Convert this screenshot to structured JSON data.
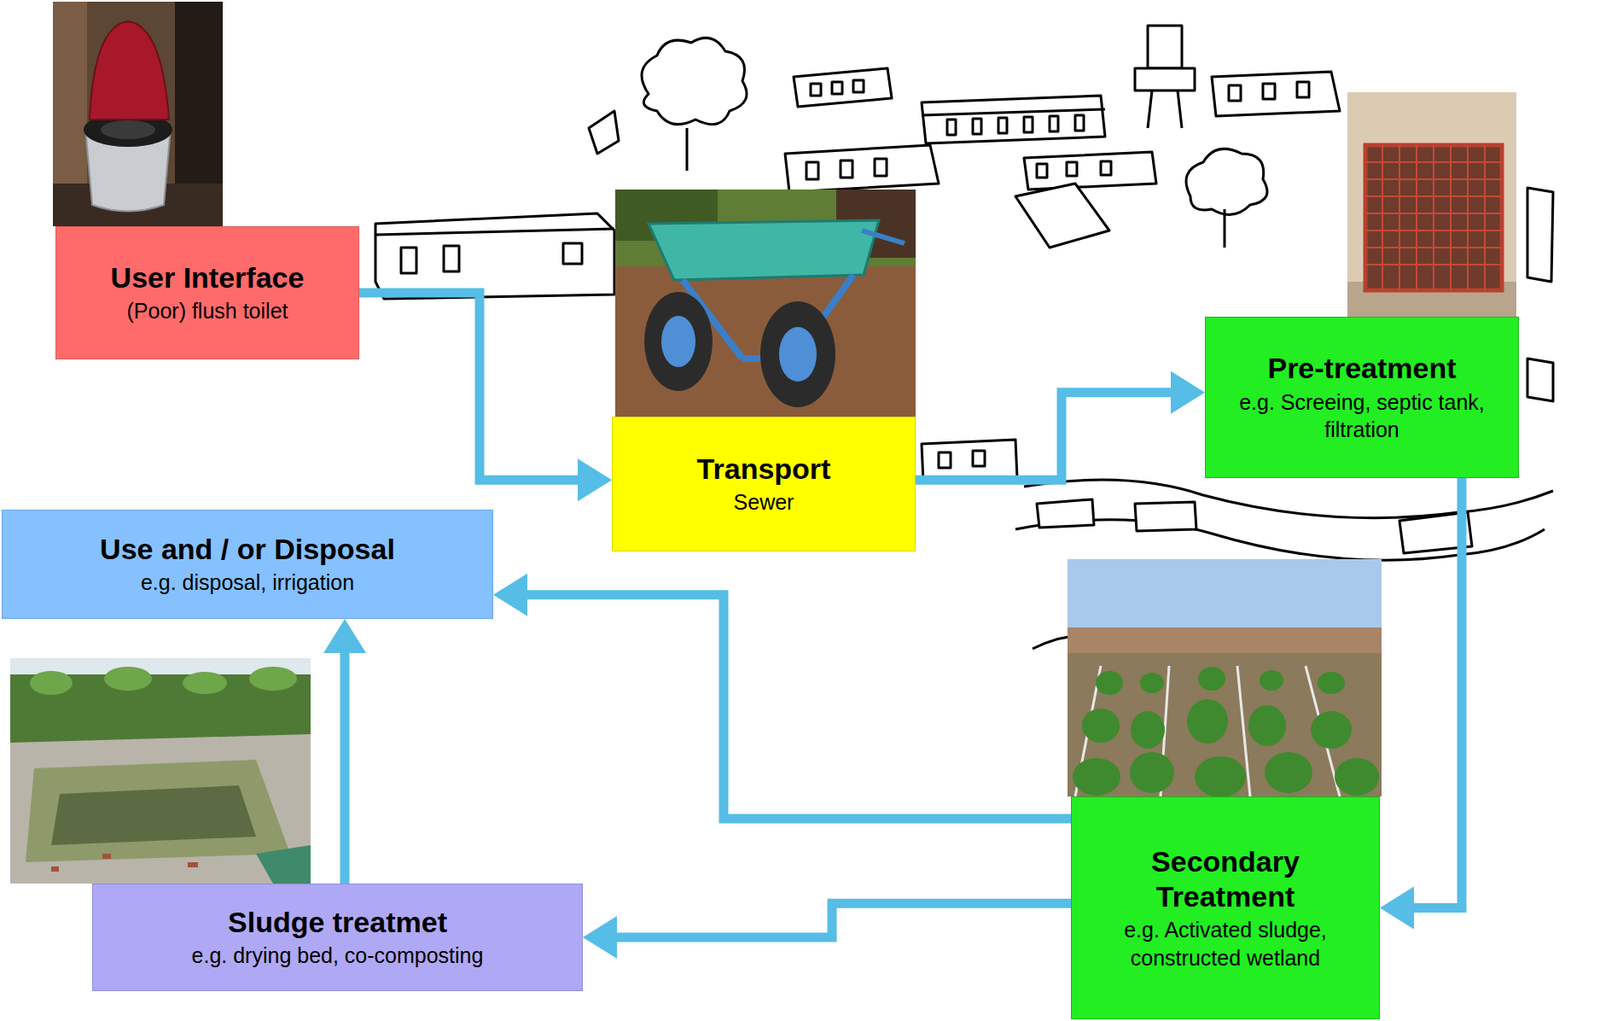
{
  "diagram": {
    "nodes": [
      {
        "text": [
          "User Interface",
          "(Poor) flush toilet"
        ]
      },
      {
        "text": [
          "Transport",
          "Sewer"
        ]
      },
      {
        "text": [
          "Pre-treatment",
          "e.g. Screeing, septic tank, filtration"
        ]
      },
      {
        "text": [
          "Use and / or Disposal",
          "e.g. disposal, irrigation"
        ]
      },
      {
        "text": [
          "Secondary Treatment",
          "e.g. Activated sludge, constructed wetland"
        ]
      },
      {
        "text": [
          "Sludge treatmet",
          "e.g. drying bed, co-composting"
        ]
      }
    ],
    "edges": [
      {
        "from": 0,
        "to": 1,
        "arrow": "to"
      },
      {
        "from": 1,
        "to": 2,
        "arrow": "to"
      },
      {
        "from": 2,
        "to": 4,
        "arrow": "to"
      },
      {
        "from": 4,
        "to": 3,
        "arrow": "to"
      },
      {
        "from": 4,
        "to": 5,
        "arrow": "to"
      },
      {
        "from": 5,
        "to": 3,
        "arrow": "to"
      }
    ]
  }
}
